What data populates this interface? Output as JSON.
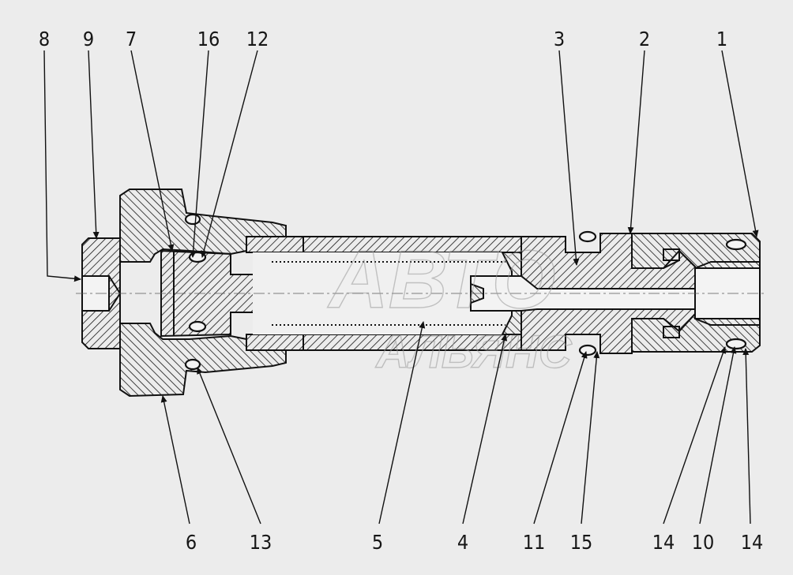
{
  "watermark": {
    "line1": "АВТО",
    "line2": "АЛЬЯНС"
  },
  "callouts": {
    "top": [
      "8",
      "9",
      "7",
      "16",
      "12",
      "3",
      "2",
      "1"
    ],
    "bottom": [
      "6",
      "13",
      "5",
      "4",
      "11",
      "15",
      "14",
      "10",
      "14"
    ]
  },
  "colors": {
    "background": "#ececec",
    "ink": "#111111"
  }
}
